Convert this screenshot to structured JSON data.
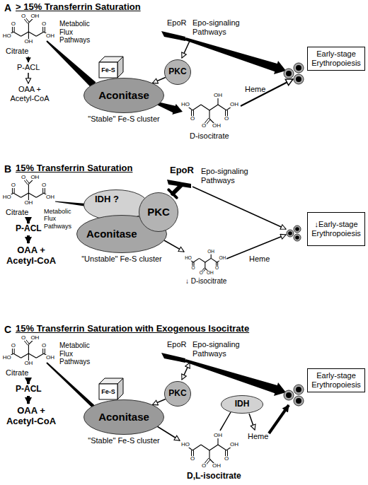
{
  "diagram": {
    "nodes": [
      {
        "text": [
          "Fe-S"
        ]
      },
      {
        "text": [
          "Aconitase",
          "\"Stable\" Fe-S cluster"
        ]
      },
      {
        "text": [
          "PKC"
        ]
      },
      {
        "text": [
          "Early-stage Erythropoiesis"
        ]
      },
      {
        "text": [
          "IDH ?"
        ]
      },
      {
        "text": [
          "Aconitase",
          "\"Unstable\" Fe-S cluster"
        ]
      },
      {
        "text": [
          "PKC"
        ]
      },
      {
        "text": [
          "↓Early-stage Erythropoiesis"
        ]
      },
      {
        "text": [
          "Fe-S"
        ]
      },
      {
        "text": [
          "Aconitase",
          "\"Stable\" Fe-S cluster"
        ]
      },
      {
        "text": [
          "PKC"
        ]
      },
      {
        "text": [
          "IDH"
        ]
      },
      {
        "text": [
          "Early-stage Erythropoiesis"
        ]
      }
    ],
    "edges": [
      {
        "from": 2,
        "to": 1,
        "arrow": "to"
      },
      {
        "from": 10,
        "to": 9,
        "arrow": "to"
      }
    ],
    "labels": [
      "A",
      "> 15% Transferrin Saturation",
      "Citrate",
      "P-ACL",
      "OAA + Acetyl-CoA",
      "Metabolic Flux Pathways",
      "EpoR",
      "Epo-signaling Pathways",
      "Heme",
      "D-isocitrate",
      "O",
      "OH",
      "O",
      "HO",
      "O",
      "OH",
      "OH",
      "HO",
      "O",
      "OH",
      "O",
      "OH",
      "O",
      "OH",
      "B",
      "15% Transferrin Saturation",
      "Citrate",
      "P-ACL",
      "OAA + Acetyl-CoA",
      "Metabolic Flux Pathways",
      "EpoR",
      "Epo-signaling Pathways",
      "Heme",
      "↓ D-isocitrate",
      "O",
      "OH",
      "O",
      "HO",
      "O",
      "OH",
      "OH",
      "HO",
      "O",
      "OH",
      "O",
      "OH",
      "O",
      "OH",
      "C",
      "15% Transferrin Saturation with Exogenous Isocitrate",
      "Citrate",
      "P-ACL",
      "OAA + Acetyl-CoA",
      "Metabolic Flux Pathways",
      "EpoR",
      "Epo-signaling Pathways",
      "Heme",
      "D,L-isocitrate",
      "O",
      "OH",
      "O",
      "HO",
      "O",
      "OH",
      "OH",
      "HO",
      "O",
      "OH",
      "O",
      "OH",
      "O",
      "OH"
    ]
  }
}
